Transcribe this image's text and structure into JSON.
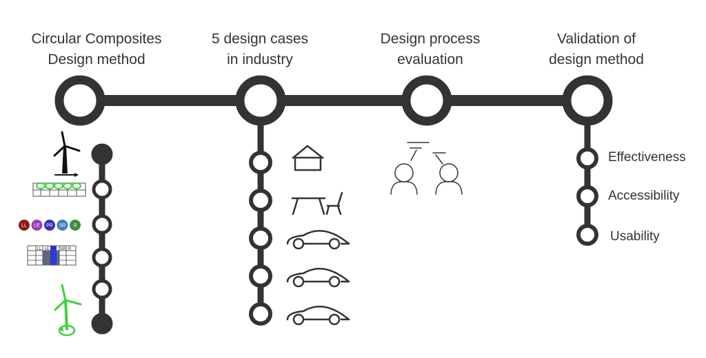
{
  "stages": [
    {
      "line1": "Circular Composites",
      "line2": "Design method"
    },
    {
      "line1": "5 design cases",
      "line2": "in industry"
    },
    {
      "line1": "Design process",
      "line2": "evaluation"
    },
    {
      "line1": "Validation of",
      "line2": "design method"
    }
  ],
  "method_steps": {
    "phase_labels": [
      "LL",
      "LE",
      "PR",
      "SR",
      "R"
    ],
    "phase_colors": [
      "#8b1a1a",
      "#9b3fb6",
      "#3a2fb0",
      "#3f7fb8",
      "#3f8f3f"
    ],
    "accent_green": "#3fd13f",
    "step_icons": [
      "wind-turbine-icon",
      "composite-layers-icon",
      "phase-circles-icon",
      "phase-matrix-icon",
      "circular-turbine-icon"
    ]
  },
  "design_cases": {
    "icons": [
      "house-icon",
      "table-chair-icon",
      "car-icon",
      "car-icon",
      "car-icon"
    ]
  },
  "validation": {
    "criteria": [
      "Effectiveness",
      "Accessibility",
      "Usability"
    ]
  },
  "colors": {
    "line": "#333333",
    "text": "#333333"
  }
}
